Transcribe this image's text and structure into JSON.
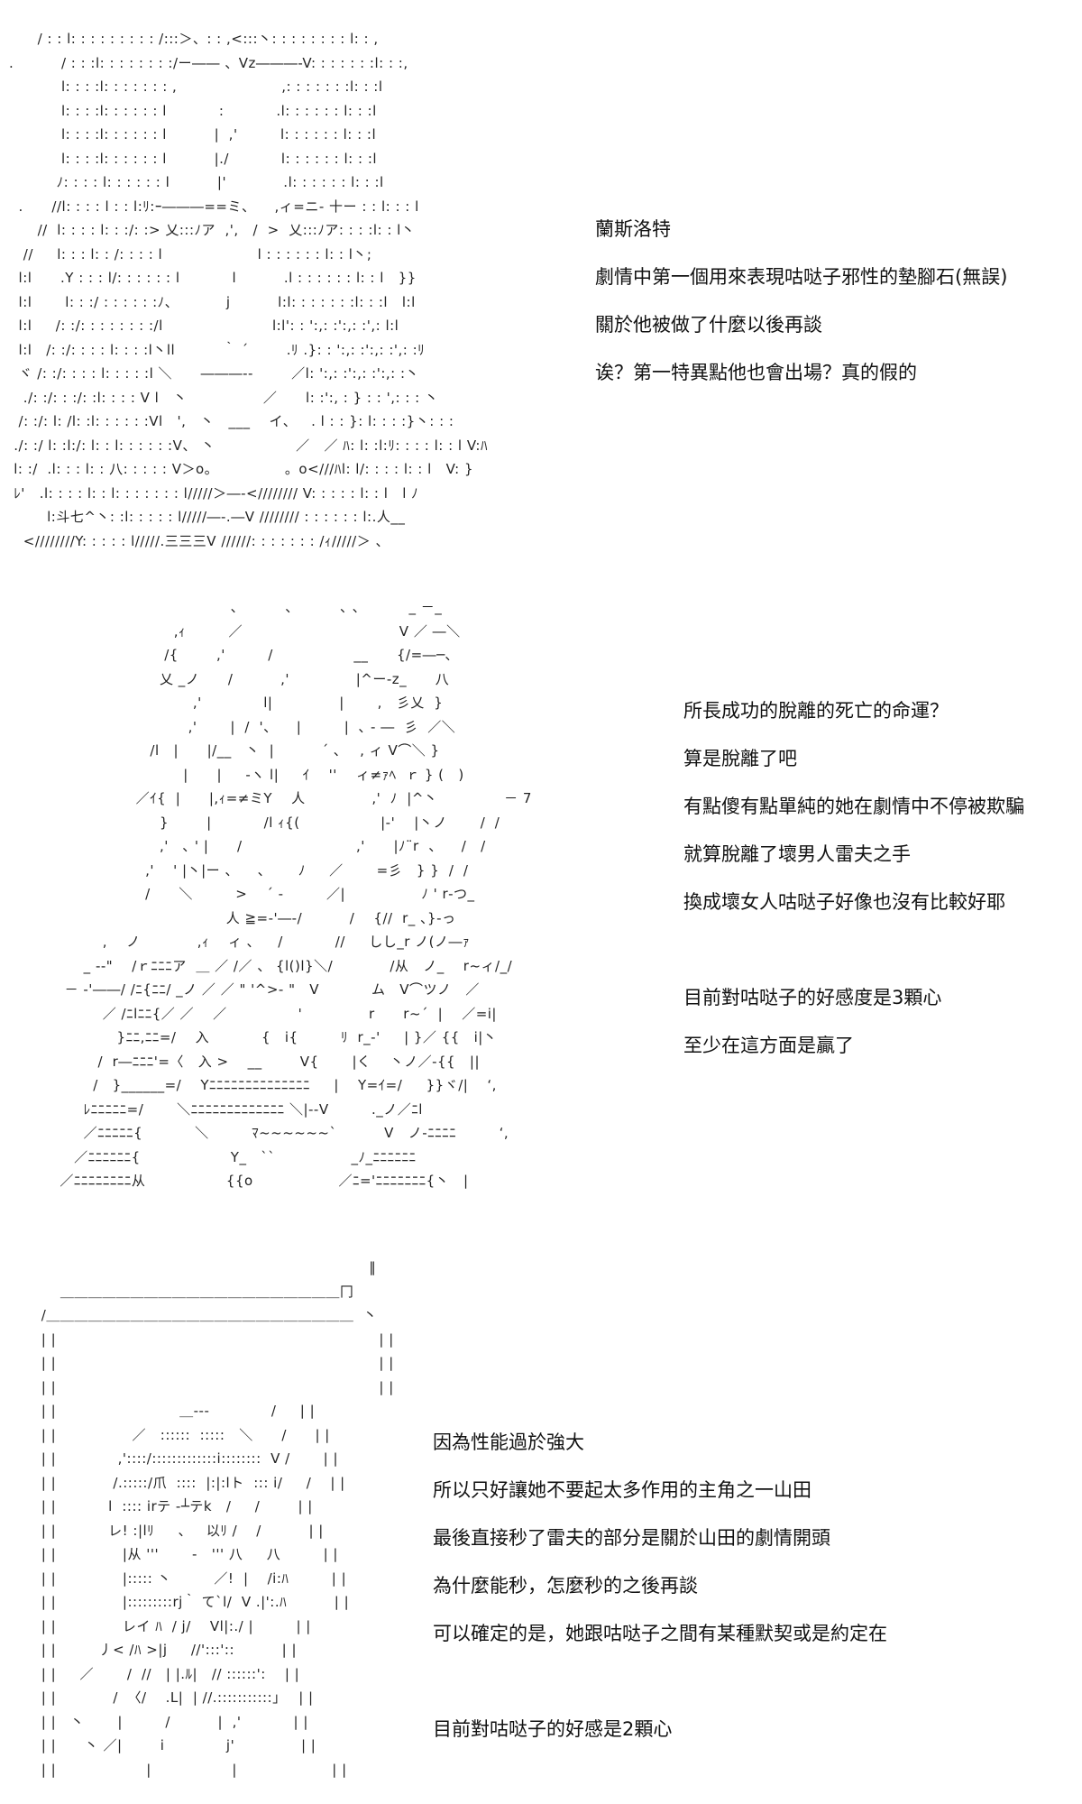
{
  "panel1": {
    "art": [
      "      / : : l: : : : : : : : : /:::＞、: : ,<:::丶: : : : : : : : l: : ,",
      ".          / : : :l: : : : : : : :/ー―― 、Vz―――-V: : : : : : :l: : :,",
      "           l: : : :l: : : : : : : ,                      ,: : : : : : :l: : :l",
      "           l: : : :l: : : : : : l           :           .l: : : : : : l: : :l",
      "           l: : : :l: : : : : : l          |  ,'         l: : : : : : l: : :l",
      "           l: : : :l: : : : : : l          |./           l: : : : : : l: : :l",
      "          ﾉ: : : : l: : : : : : l          |'            .l: : : : : : l: : :l",
      "  .      //l: : : : l : : l:ﾘ:ｰ―――==ミ、    ,ィ=ニ- 十ー : : l: : : l",
      "      //  l: : : : l: : :/: :> 乂:::ﾉア  ,',   /  >  乂:::ﾉア: : : :l: : l丶",
      "   //     l: : : l: : /: : : : l                    l : : : : : : l: : l丶;",
      "  l:l      .Y : : : l/: : : : : : l           l          .l : : : : : : l: : l   }}",
      "  l:l       l: : :/ : : : : : :ﾉ、          j          l:l: : : : : : :l: : :l   l:l",
      "  l:l     /: :/: : : : : : : :/l                       l:l': : ':,: :':,: :',: l:l",
      "  l:l   /: :/: : : : l: : : :l丶ll          ｀ ´        .ﾘ .}: : ':,: :':,: :',: :ﾘ",
      "  ヾ /: :/: : : : l: : : : :l ＼      ―――‐‐        ／l: ':,: :':,: :':,: :丶",
      "   ./: :/: : :/: :l: : : : V l   丶                ／      l: :':, : } : : ',: : : 丶",
      "  /: :/: l: /l: :l: : : : : :Vl   ',   丶   ___    イ、   . l : : }: l: : : :}丶: : :",
      " ./: :/ l: :l:/: l: : l: : : : : :V、 丶                 ／   ／ ﾊ: l: :l:ﾘ: : : : l: : l V:ﾊ",
      " l: :/  .l: : : l: : 八: : : : : V＞o。              。o<///ﾊl: l/: : : : l: : l   V: }",
      " ﾚ'   .l: : : : l: : l: : : : : : : l/////＞―-<//////// V: : : : : l: : l   l ﾉ",
      "        l:斗七^丶: :l: : : : : l/////―-.―V //////// : : : : : : l:.人__",
      "   <////////Y: : : : : l/////.三三三V //////: : : : : : : /ｨ/////＞ 、"
    ],
    "lines": [
      "蘭斯洛特",
      "劇情中第一個用來表現咕哒子邪性的墊腳石(無誤)",
      "關於他被做了什麼以後再談",
      "诶？第一特異點他也會出場？真的假的"
    ]
  },
  "panel2": {
    "art": [
      "                                         ､          ､          ､ 、         _ －_",
      "                             ,ｨ         ／                                 V ／ ―＼",
      "                           /{        ,'         /                 __      {/=―─､",
      "                          乂 _ノ      /          ,'              |^ー-z_      八",
      "                                 ,'             l|              |       ,   彡乂  }",
      "                                ,'       |  /  '、    |         |  ､ ‐ ―  彡  ／＼",
      "                        /l   |      |/__   丶  |          ´ ､    , ィ V⌒＼ }",
      "                               |      |     ‐ヽ l|     ｲ    ''    ィ≠ｧﾍ  ｒ } (   )",
      "                     ／ｲ{  |      |,ｨ=≠ミY    人              ,'  ﾉ  |^丶              － 7",
      "                          }        |           /l ｨ{(                 |-'    |丶ノ       /  /",
      "                          ,'   ､ ' |      /                        ,'      |ﾉ¨r  、    /   /",
      "                       ,'    ' |丶|ー 、    ､       ﾉ     ／       =彡   } }  /  /",
      "                       /      ＼         >    ´ ‐         ／|                ﾉ ' r‐つ_",
      "                                        人 ≧=‐'―‐/          /    {//  r_ 、}‐っ",
      "              ,    ノ            ,ｨ    ィ ､     /           //     しし_r ノ(ノ―ｧ",
      "          _ -‐\"    /ｒﾆﾆﾆア  ＿ ／ /／ 、 {l()l}＼/            /从   ノ_    r~ィ/_/",
      "      － ‐'――/ /ﾆ{ﾆﾆ/ _ノ ／ ／ \" '^>- \"   V           ム   V⌒ツノ   ／",
      "              ／ /ﾆlﾆﾆ{／ ／    ／               '              r      r~´  |    ／=i|",
      "                 }ﾆﾆ,ﾆﾆ=/    入           {   i{         ﾘ  r_‐'     | }／ {{   i|丶",
      "             /  r―ﾆﾆﾆ'=〈   入 >    __        V{       |く    丶ノ／-{{   ||",
      "            /   }______=/    Yﾆﾆﾆﾆﾆﾆﾆﾆﾆﾆﾆﾆﾆﾆ     |    Y=ｲ=/     }}ヾ/|    ‘,",
      "          ﾚﾆﾆﾆﾆﾆ=/       ＼ﾆﾆﾆﾆﾆﾆﾆﾆﾆﾆﾆﾆﾆ ＼|‐-V         ._ノ／ﾆl",
      "          ／ﾆﾆﾆﾆﾆ{           ＼         ﾏ~~~~~~`          V   ノ-ﾆﾆﾆﾆ         ‘,",
      "        ／ﾆﾆﾆﾆﾆﾆ{                   Y_   ``                _ﾉ_ﾆﾆﾆﾆﾆﾆ",
      "     ／ﾆﾆﾆﾆﾆﾆﾆﾆ从                 {{o                  ／ﾆ='ﾆﾆﾆﾆﾆﾆﾆ{丶   |"
    ],
    "lines": [
      "所長成功的脫離的死亡的命運？",
      "算是脫離了吧",
      "有點傻有點單純的她在劇情中不停被欺騙",
      "就算脫離了壞男人雷夫之手",
      "換成壞女人咕哒子好像也沒有比較好耶",
      "",
      "目前對咕哒子的好感度是3顆心",
      "至少在這方面是贏了"
    ]
  },
  "panel3": {
    "art": [
      "                                                                        ‖",
      "       ＿＿＿＿＿＿＿＿＿＿＿＿＿＿＿＿＿＿＿＿冂",
      "   /＿＿＿＿＿＿＿＿＿＿＿＿＿＿＿＿＿＿＿＿＿＿  丶",
      "   | |                                                                    | |",
      "   | |                                                                    | |",
      "   | |                                                                    | |",
      "   | |                          ＿-‐-             /     | |",
      "   | |                ／   ::::::  :::::   ＼      /      | |",
      "   | |             ,'::::/:::::::::::::i::::::::  V /       | |",
      "   | |            /.:::::/爪  ::::  |:|:lト  ::: i/     /    | |",
      "   | |           l  :::: irテ ‐┴テk   /     /        | |",
      "   | |           レ! :|lﾘ     、   以ﾘ /    /          | |",
      "   | |              |从 '''       ‐   ''' 八     八         | |",
      "   | |              |::::: 丶         ／!  |    /i:ﾊ         | |",
      "   | |              |:::::::::rj｀ て`l/  V .|':.ﾊ          | |",
      "   | |              レイ ﾊ  / j/    Vl|:./ |         | |",
      "   | |         丿< /ﾊ >|j     //':::'::          | |",
      "   | |     ／       /  //   | |.ﾙ|   // ::::::':    | |",
      "   | |            /  〈/    .L|  | //.:::::::::::｣    | |",
      "   | |   丶       |         /          |  ,'           | |",
      "   | |      丶 ／|        i             j'              | |",
      "   | |                   |                 |                    | |"
    ],
    "lines": [
      "因為性能過於強大",
      "所以只好讓她不要起太多作用的主角之一山田",
      "最後直接秒了雷夫的部分是關於山田的劇情開頭",
      "為什麼能秒，怎麼秒的之後再談",
      "可以確定的是，她跟咕哒子之間有某種默契或是約定在",
      "",
      "目前對咕哒子的好感是2顆心"
    ]
  }
}
